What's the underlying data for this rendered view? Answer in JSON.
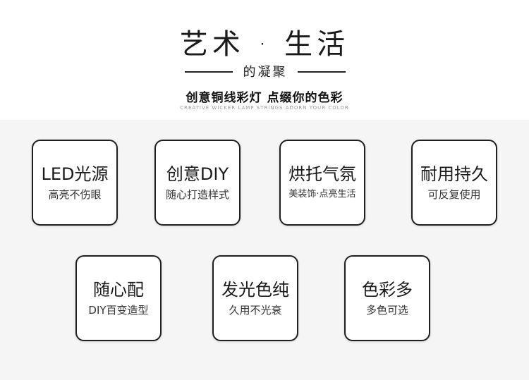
{
  "header": {
    "title": "艺术 · 生活",
    "subtitle": "的凝聚",
    "slogan": "创意铜线彩灯  点缀你的色彩",
    "slogan_en": "CREATIVE WICKER LAMP STRINGS ADORN YOUR COLOR"
  },
  "features": [
    {
      "title": "LED光源",
      "desc": "高亮不伤眼"
    },
    {
      "title": "创意DIY",
      "desc": "随心打造样式"
    },
    {
      "title": "烘托气氛",
      "desc": "美装饰·点亮生活"
    },
    {
      "title": "耐用持久",
      "desc": "可反复使用"
    },
    {
      "title": "随心配",
      "desc": "DIY百变造型"
    },
    {
      "title": "发光色纯",
      "desc": "久用不光衰"
    },
    {
      "title": "色彩多",
      "desc": "多色可选"
    }
  ]
}
